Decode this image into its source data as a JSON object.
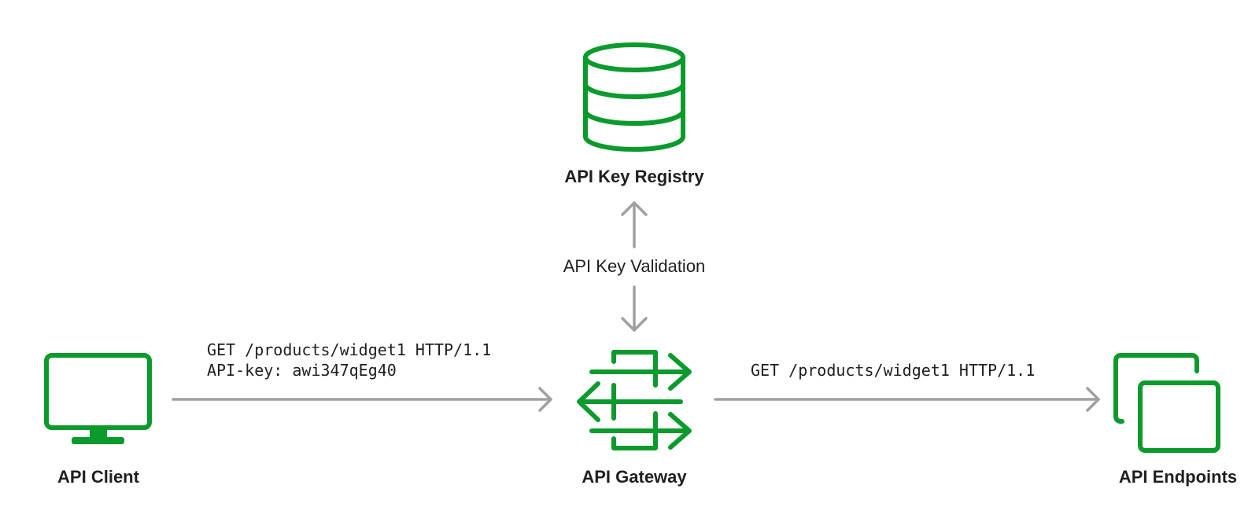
{
  "colors": {
    "icon": "#0b9a2c",
    "arrow": "#a0a0a0",
    "text": "#1f1f1f"
  },
  "nodes": {
    "registry": {
      "label": "API Key Registry",
      "icon": "database-icon"
    },
    "client": {
      "label": "API Client",
      "icon": "monitor-icon"
    },
    "gateway": {
      "label": "API Gateway",
      "icon": "gateway-icon"
    },
    "endpoints": {
      "label": "API Endpoints",
      "icon": "stacked-windows-icon"
    }
  },
  "edges": {
    "validation": {
      "label": "API Key Validation"
    },
    "client_to_gateway": {
      "request_line": "GET /products/widget1 HTTP/1.1",
      "header_line": "API-key: awi347qEg40"
    },
    "gateway_to_endpoints": {
      "request_line": "GET /products/widget1 HTTP/1.1"
    }
  }
}
